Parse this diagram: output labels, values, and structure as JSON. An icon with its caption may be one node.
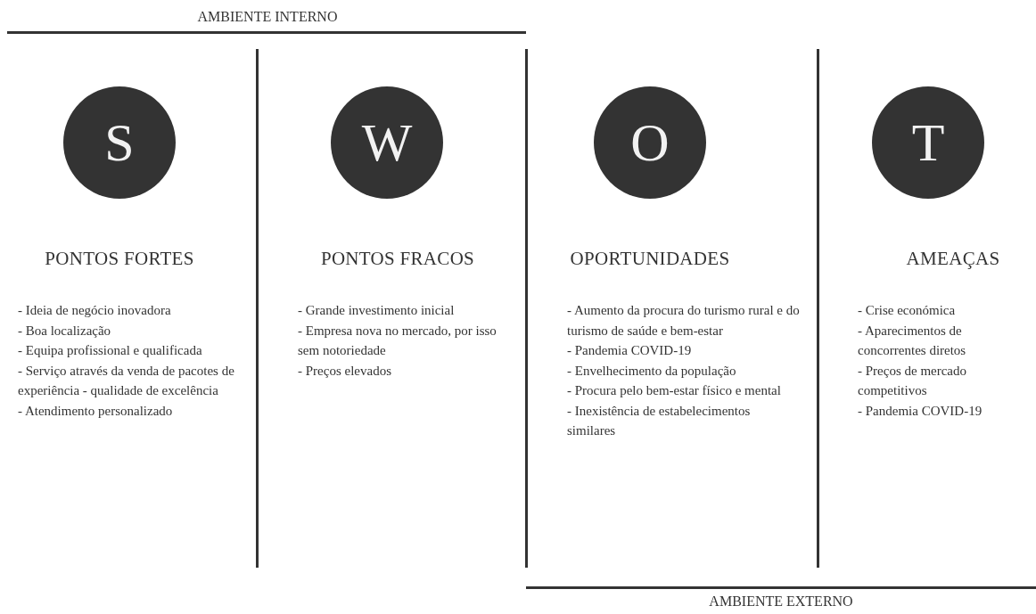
{
  "diagram": {
    "nodes": [
      {
        "text": [
          "S"
        ]
      },
      {
        "text": [
          "W"
        ]
      },
      {
        "text": [
          "O"
        ]
      },
      {
        "text": [
          "T"
        ]
      }
    ],
    "labels": [
      "AMBIENTE INTERNO",
      "PONTOS FORTES",
      "- Ideia de negócio inovadora",
      "- Boa localização",
      "- Equipa profissional e qualificada",
      "- Serviço através da venda de pacotes de experiência - qualidade de excelência",
      "- Atendimento personalizado",
      "PONTOS FRACOS",
      "- Grande investimento inicial",
      "- Empresa nova no mercado, por isso sem notoriedade",
      "- Preços elevados",
      "OPORTUNIDADES",
      "- Aumento da procura do turismo rural e do turismo de saúde e bem-estar",
      "- Pandemia COVID-19",
      "- Envelhecimento da população",
      "- Procura pelo bem-estar físico e mental",
      "- Inexistência de estabelecimentos similares",
      "AMEAÇAS",
      "- Crise económica",
      "- Aparecimentos de concorrentes diretos",
      "- Preços de mercado competitivos",
      "- Pandemia COVID-19",
      "AMBIENTE EXTERNO"
    ]
  }
}
